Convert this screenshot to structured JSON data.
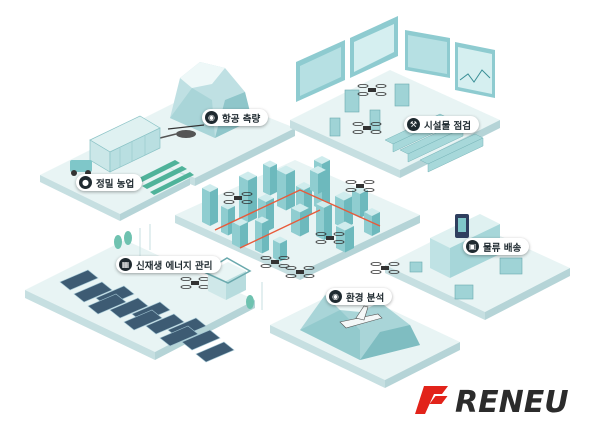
{
  "labels": {
    "aerial_survey": "항공 측량",
    "facility_inspection": "시설물 점검",
    "precision_agriculture": "정밀 농업",
    "renewable_energy": "신재생 에너지 관리",
    "logistics_delivery": "물류 배송",
    "environment_analysis": "환경 분석"
  },
  "icons": {
    "aerial_survey": "camera-icon",
    "facility_inspection": "wrench-icon",
    "precision_agriculture": "tractor-icon",
    "renewable_energy": "solar-panel-icon",
    "logistics_delivery": "package-icon",
    "environment_analysis": "globe-icon"
  },
  "logo": {
    "text": "RENEU",
    "accent_color": "#e2231a",
    "text_color": "#2b2b2b"
  },
  "colors": {
    "platform_top": "#e6f3f3",
    "platform_side": "#c7e0e2",
    "building": "#7fc7c9",
    "accent": "#e85a3a"
  }
}
